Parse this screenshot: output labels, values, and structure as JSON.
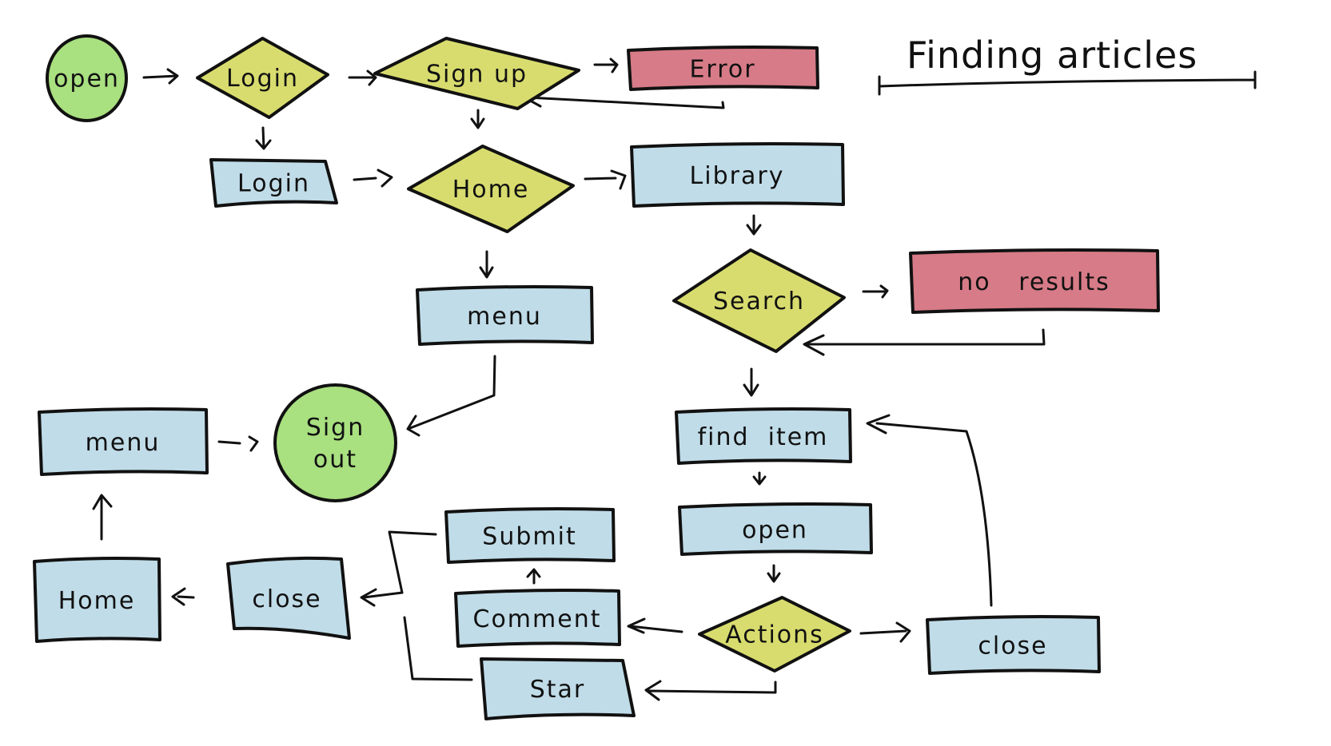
{
  "title": "Finding articles",
  "colors": {
    "start_end": "#a9e080",
    "decision": "#d8dc6e",
    "process": "#c0dce8",
    "error": "#d67b87",
    "stroke": "#111111",
    "background": "#ffffff"
  },
  "nodes": [
    {
      "id": "open-start",
      "label": "open",
      "kind": "start_end"
    },
    {
      "id": "login-decision",
      "label": "Login",
      "kind": "decision"
    },
    {
      "id": "signup-decision",
      "label": "Sign up",
      "kind": "decision"
    },
    {
      "id": "error",
      "label": "Error",
      "kind": "error"
    },
    {
      "id": "login-process",
      "label": "Login",
      "kind": "process"
    },
    {
      "id": "home-decision",
      "label": "Home",
      "kind": "decision"
    },
    {
      "id": "library",
      "label": "Library",
      "kind": "process"
    },
    {
      "id": "search-decision",
      "label": "Search",
      "kind": "decision"
    },
    {
      "id": "no-results",
      "label": "no   results",
      "kind": "error"
    },
    {
      "id": "menu-top",
      "label": "menu",
      "kind": "process"
    },
    {
      "id": "find-item",
      "label": "find  item",
      "kind": "process"
    },
    {
      "id": "menu-left",
      "label": "menu",
      "kind": "process"
    },
    {
      "id": "sign-out",
      "label": "Sign out",
      "kind": "start_end"
    },
    {
      "id": "open-item",
      "label": "open",
      "kind": "process"
    },
    {
      "id": "submit",
      "label": "Submit",
      "kind": "process"
    },
    {
      "id": "home-bottom",
      "label": "Home",
      "kind": "process"
    },
    {
      "id": "close-left",
      "label": "close",
      "kind": "process"
    },
    {
      "id": "comment",
      "label": "Comment",
      "kind": "process"
    },
    {
      "id": "actions-decision",
      "label": "Actions",
      "kind": "decision"
    },
    {
      "id": "close-right",
      "label": "close",
      "kind": "process"
    },
    {
      "id": "star",
      "label": "Star",
      "kind": "process"
    }
  ],
  "edges": [
    {
      "from": "open-start",
      "to": "login-decision"
    },
    {
      "from": "login-decision",
      "to": "signup-decision"
    },
    {
      "from": "login-decision",
      "to": "login-process"
    },
    {
      "from": "signup-decision",
      "to": "error"
    },
    {
      "from": "error",
      "to": "signup-decision"
    },
    {
      "from": "signup-decision",
      "to": "home-decision"
    },
    {
      "from": "login-process",
      "to": "home-decision"
    },
    {
      "from": "home-decision",
      "to": "library"
    },
    {
      "from": "home-decision",
      "to": "menu-top"
    },
    {
      "from": "library",
      "to": "search-decision"
    },
    {
      "from": "search-decision",
      "to": "no-results"
    },
    {
      "from": "no-results",
      "to": "search-decision"
    },
    {
      "from": "search-decision",
      "to": "find-item"
    },
    {
      "from": "menu-top",
      "to": "sign-out"
    },
    {
      "from": "menu-left",
      "to": "sign-out"
    },
    {
      "from": "find-item",
      "to": "open-item"
    },
    {
      "from": "open-item",
      "to": "actions-decision"
    },
    {
      "from": "actions-decision",
      "to": "comment"
    },
    {
      "from": "actions-decision",
      "to": "star"
    },
    {
      "from": "actions-decision",
      "to": "close-right"
    },
    {
      "from": "close-right",
      "to": "find-item"
    },
    {
      "from": "comment",
      "to": "submit"
    },
    {
      "from": "submit",
      "to": "close-left"
    },
    {
      "from": "star",
      "to": "close-left"
    },
    {
      "from": "close-left",
      "to": "home-bottom"
    },
    {
      "from": "home-bottom",
      "to": "menu-left"
    }
  ]
}
